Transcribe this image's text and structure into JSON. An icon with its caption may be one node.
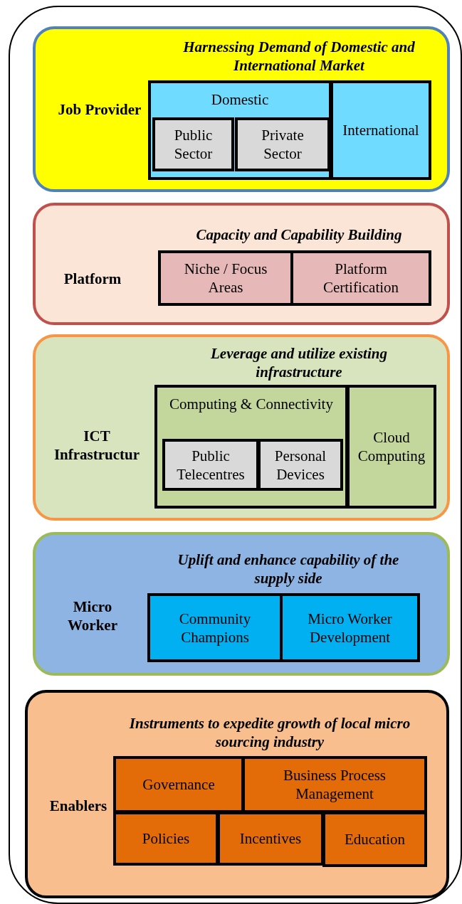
{
  "diagram": {
    "nodes": [
      {
        "text": [
          "Harnessing Demand of Domestic and International Market",
          "Job Provider"
        ]
      },
      {
        "text": [
          "Domestic"
        ],
        "in": 0
      },
      {
        "text": [
          "Public Sector"
        ],
        "in": 1
      },
      {
        "text": [
          "Private Sector"
        ],
        "in": 1
      },
      {
        "text": [
          "International"
        ],
        "in": 0
      },
      {
        "text": [
          "Capacity and Capability Building",
          "Platform"
        ]
      },
      {
        "text": [
          "Niche / Focus Areas"
        ],
        "in": 5
      },
      {
        "text": [
          "Platform Certification"
        ],
        "in": 5
      },
      {
        "text": [
          "Leverage and utilize existing infrastructure",
          "ICT Infrastructur"
        ]
      },
      {
        "text": [
          "Computing & Connectivity"
        ],
        "in": 8
      },
      {
        "text": [
          "Public Telecentres"
        ],
        "in": 9
      },
      {
        "text": [
          "Personal Devices"
        ],
        "in": 9
      },
      {
        "text": [
          "Cloud Computing"
        ],
        "in": 8
      },
      {
        "text": [
          "Uplift and enhance capability of the supply side",
          "Micro Worker"
        ]
      },
      {
        "text": [
          "Community Champions"
        ],
        "in": 13
      },
      {
        "text": [
          "Micro Worker Development"
        ],
        "in": 13
      },
      {
        "text": [
          "Instruments to expedite growth of local micro sourcing industry",
          "Enablers"
        ]
      },
      {
        "text": [
          "Governance"
        ],
        "in": 16
      },
      {
        "text": [
          "Business Process Management"
        ],
        "in": 16
      },
      {
        "text": [
          "Policies"
        ],
        "in": 16
      },
      {
        "text": [
          "Incentives"
        ],
        "in": 16
      },
      {
        "text": [
          "Education"
        ],
        "in": 16
      }
    ],
    "edges": []
  }
}
